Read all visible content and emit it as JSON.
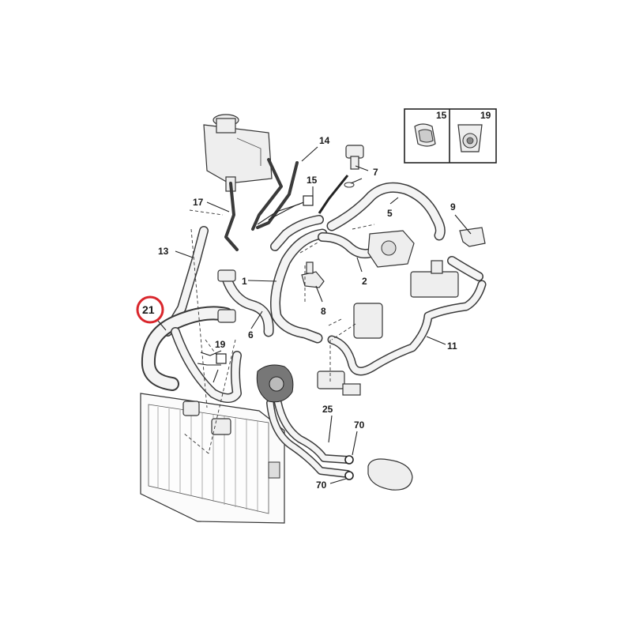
{
  "callouts": {
    "c1": "1",
    "c2": "2",
    "c5": "5",
    "c6": "6",
    "c7": "7",
    "c8": "8",
    "c9": "9",
    "c11": "11",
    "c13": "13",
    "c14": "14",
    "c15": "15",
    "c17": "17",
    "c19": "19",
    "c21": "21",
    "c25": "25",
    "c70a": "70",
    "c70b": "70"
  },
  "inset": {
    "left_label": "15",
    "right_label": "19"
  },
  "highlight": {
    "label": "21",
    "color": "#d9262c"
  },
  "colors": {
    "line": "#222222",
    "part_fill": "#eeeeee"
  }
}
